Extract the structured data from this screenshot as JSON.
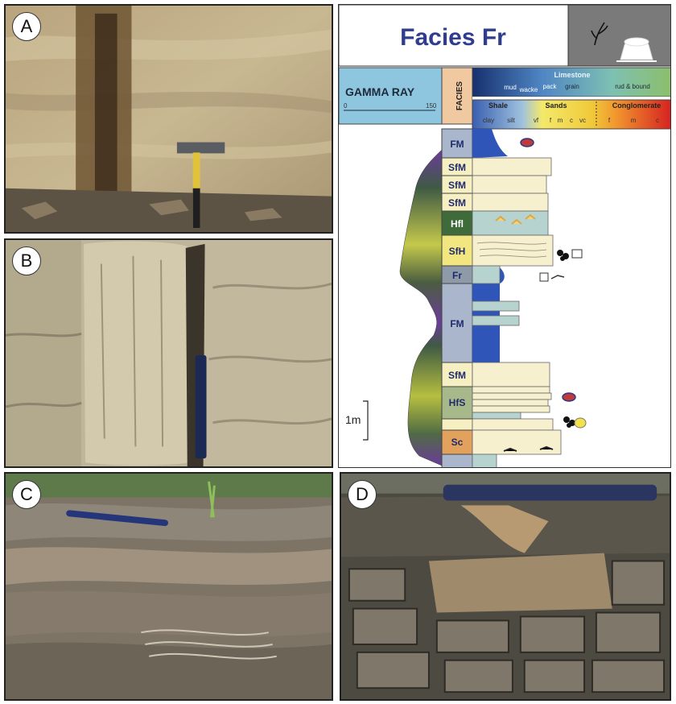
{
  "panels": {
    "a": {
      "label": "A"
    },
    "b": {
      "label": "B"
    },
    "c": {
      "label": "C"
    },
    "d": {
      "label": "D"
    }
  },
  "log": {
    "title": "Facies Fr",
    "gamma_ray": {
      "label": "GAMMA RAY",
      "min": "0",
      "max": "150"
    },
    "facies_header": "FACIES",
    "limestone": {
      "label": "Limestone",
      "classes": [
        "mud",
        "wacke",
        "pack",
        "grain",
        "rud & bound"
      ]
    },
    "shale": {
      "label": "Shale",
      "classes": [
        "clay",
        "silt"
      ]
    },
    "sands": {
      "label": "Sands",
      "classes": [
        "vf",
        "f",
        "m",
        "c",
        "vc"
      ]
    },
    "conglomerate": {
      "label": "Conglomerate",
      "classes": [
        "f",
        "m",
        "c"
      ]
    },
    "scale_label": "1m",
    "facies": [
      "FM",
      "SfM",
      "SfM",
      "SfM",
      "Hfl",
      "SfH",
      "Fr",
      "FM",
      "SfM",
      "HfS",
      "Sc"
    ],
    "colors": {
      "title": "#2f3d8f",
      "gamma_header": "#8fc6df",
      "facies_header": "#f1c9a0",
      "mud_fill": "#2f55b8",
      "sand_fill": "#f6f0cf",
      "heterolithic_fill": "#b7d3cf",
      "facies_FM": "#aab6cc",
      "facies_SfM": "#f6efc2",
      "facies_Hfl": "#3f6b3a",
      "facies_SfH": "#f2e680",
      "facies_Fr": "#8e9aa8",
      "facies_HfS": "#a7b98a",
      "facies_Sc": "#e2a15c"
    },
    "icons": [
      "plant-fragment-icon",
      "tree-stump-icon",
      "fossil-shell-icon",
      "bioturbation-icon",
      "ichnofossil-icon"
    ]
  }
}
